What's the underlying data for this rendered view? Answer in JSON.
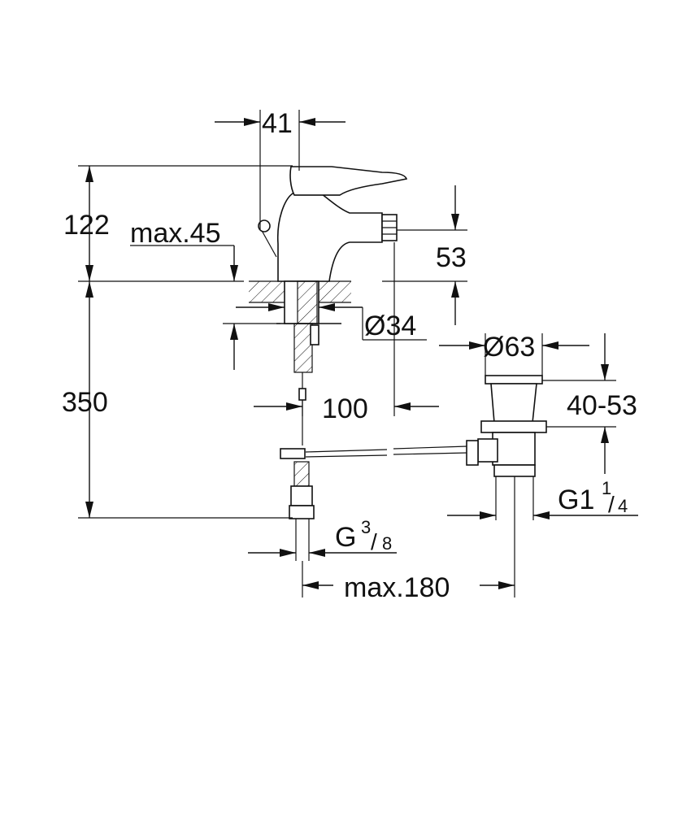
{
  "colors": {
    "line": "#111111",
    "background": "#ffffff"
  },
  "labels": {
    "dim_41": "41",
    "dim_122": "122",
    "dim_max45": "max.45",
    "dim_53": "53",
    "dim_dia34": "Ø34",
    "dim_dia63": "Ø63",
    "dim_350": "350",
    "dim_100": "100",
    "dim_40_53": "40-53",
    "dim_g1_main": "G1",
    "dim_g1_num": "1",
    "dim_g1_den": "4",
    "dim_g_main": "G",
    "dim_g_num": "3",
    "dim_g_den": "8",
    "dim_max180": "max.180"
  }
}
